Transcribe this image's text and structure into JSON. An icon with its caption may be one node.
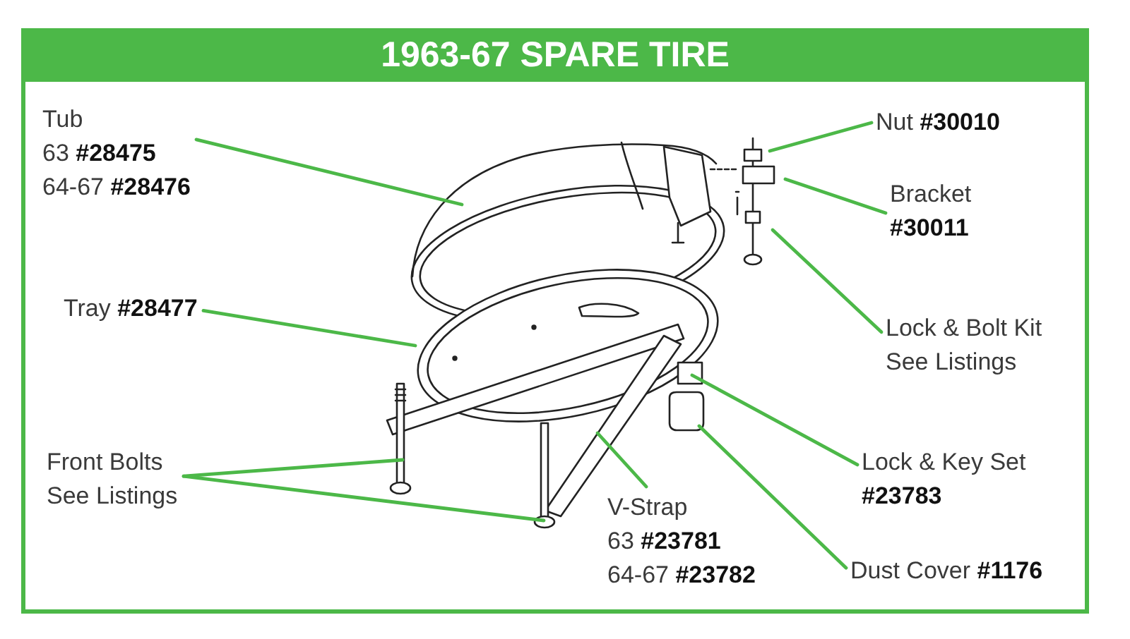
{
  "diagram": {
    "title": "1963-67 SPARE TIRE",
    "nodes": [
      {
        "text": [
          "Tub",
          "63 **#28475**",
          "64-67 **#28476**"
        ]
      },
      {
        "text": [
          "Nut **#30010**"
        ]
      },
      {
        "text": [
          "Bracket **#30011**"
        ]
      },
      {
        "text": [
          "Tray **#28477**"
        ]
      },
      {
        "text": [
          "Lock & Bolt Kit See Listings"
        ]
      },
      {
        "text": [
          "Front Bolts See Listings"
        ]
      },
      {
        "text": [
          "Lock & Key Set **#23783**"
        ]
      },
      {
        "text": [
          "V-Strap",
          "63 **#23781**",
          "64-67 **#23782**"
        ]
      },
      {
        "text": [
          "Dust Cover **#1176**"
        ]
      }
    ],
    "edges": [
      {
        "from": 0,
        "to": null,
        "arrow": "none"
      },
      {
        "from": 1,
        "to": null,
        "arrow": "none"
      },
      {
        "from": 2,
        "to": null,
        "arrow": "none"
      },
      {
        "from": 3,
        "to": null,
        "arrow": "none"
      },
      {
        "from": 4,
        "to": null,
        "arrow": "none"
      },
      {
        "from": 5,
        "to": null,
        "arrow": "none"
      },
      {
        "from": 5,
        "to": null,
        "arrow": "none"
      },
      {
        "from": 6,
        "to": null,
        "arrow": "none"
      },
      {
        "from": 7,
        "to": null,
        "arrow": "none"
      },
      {
        "from": 8,
        "to": null,
        "arrow": "none"
      }
    ]
  }
}
